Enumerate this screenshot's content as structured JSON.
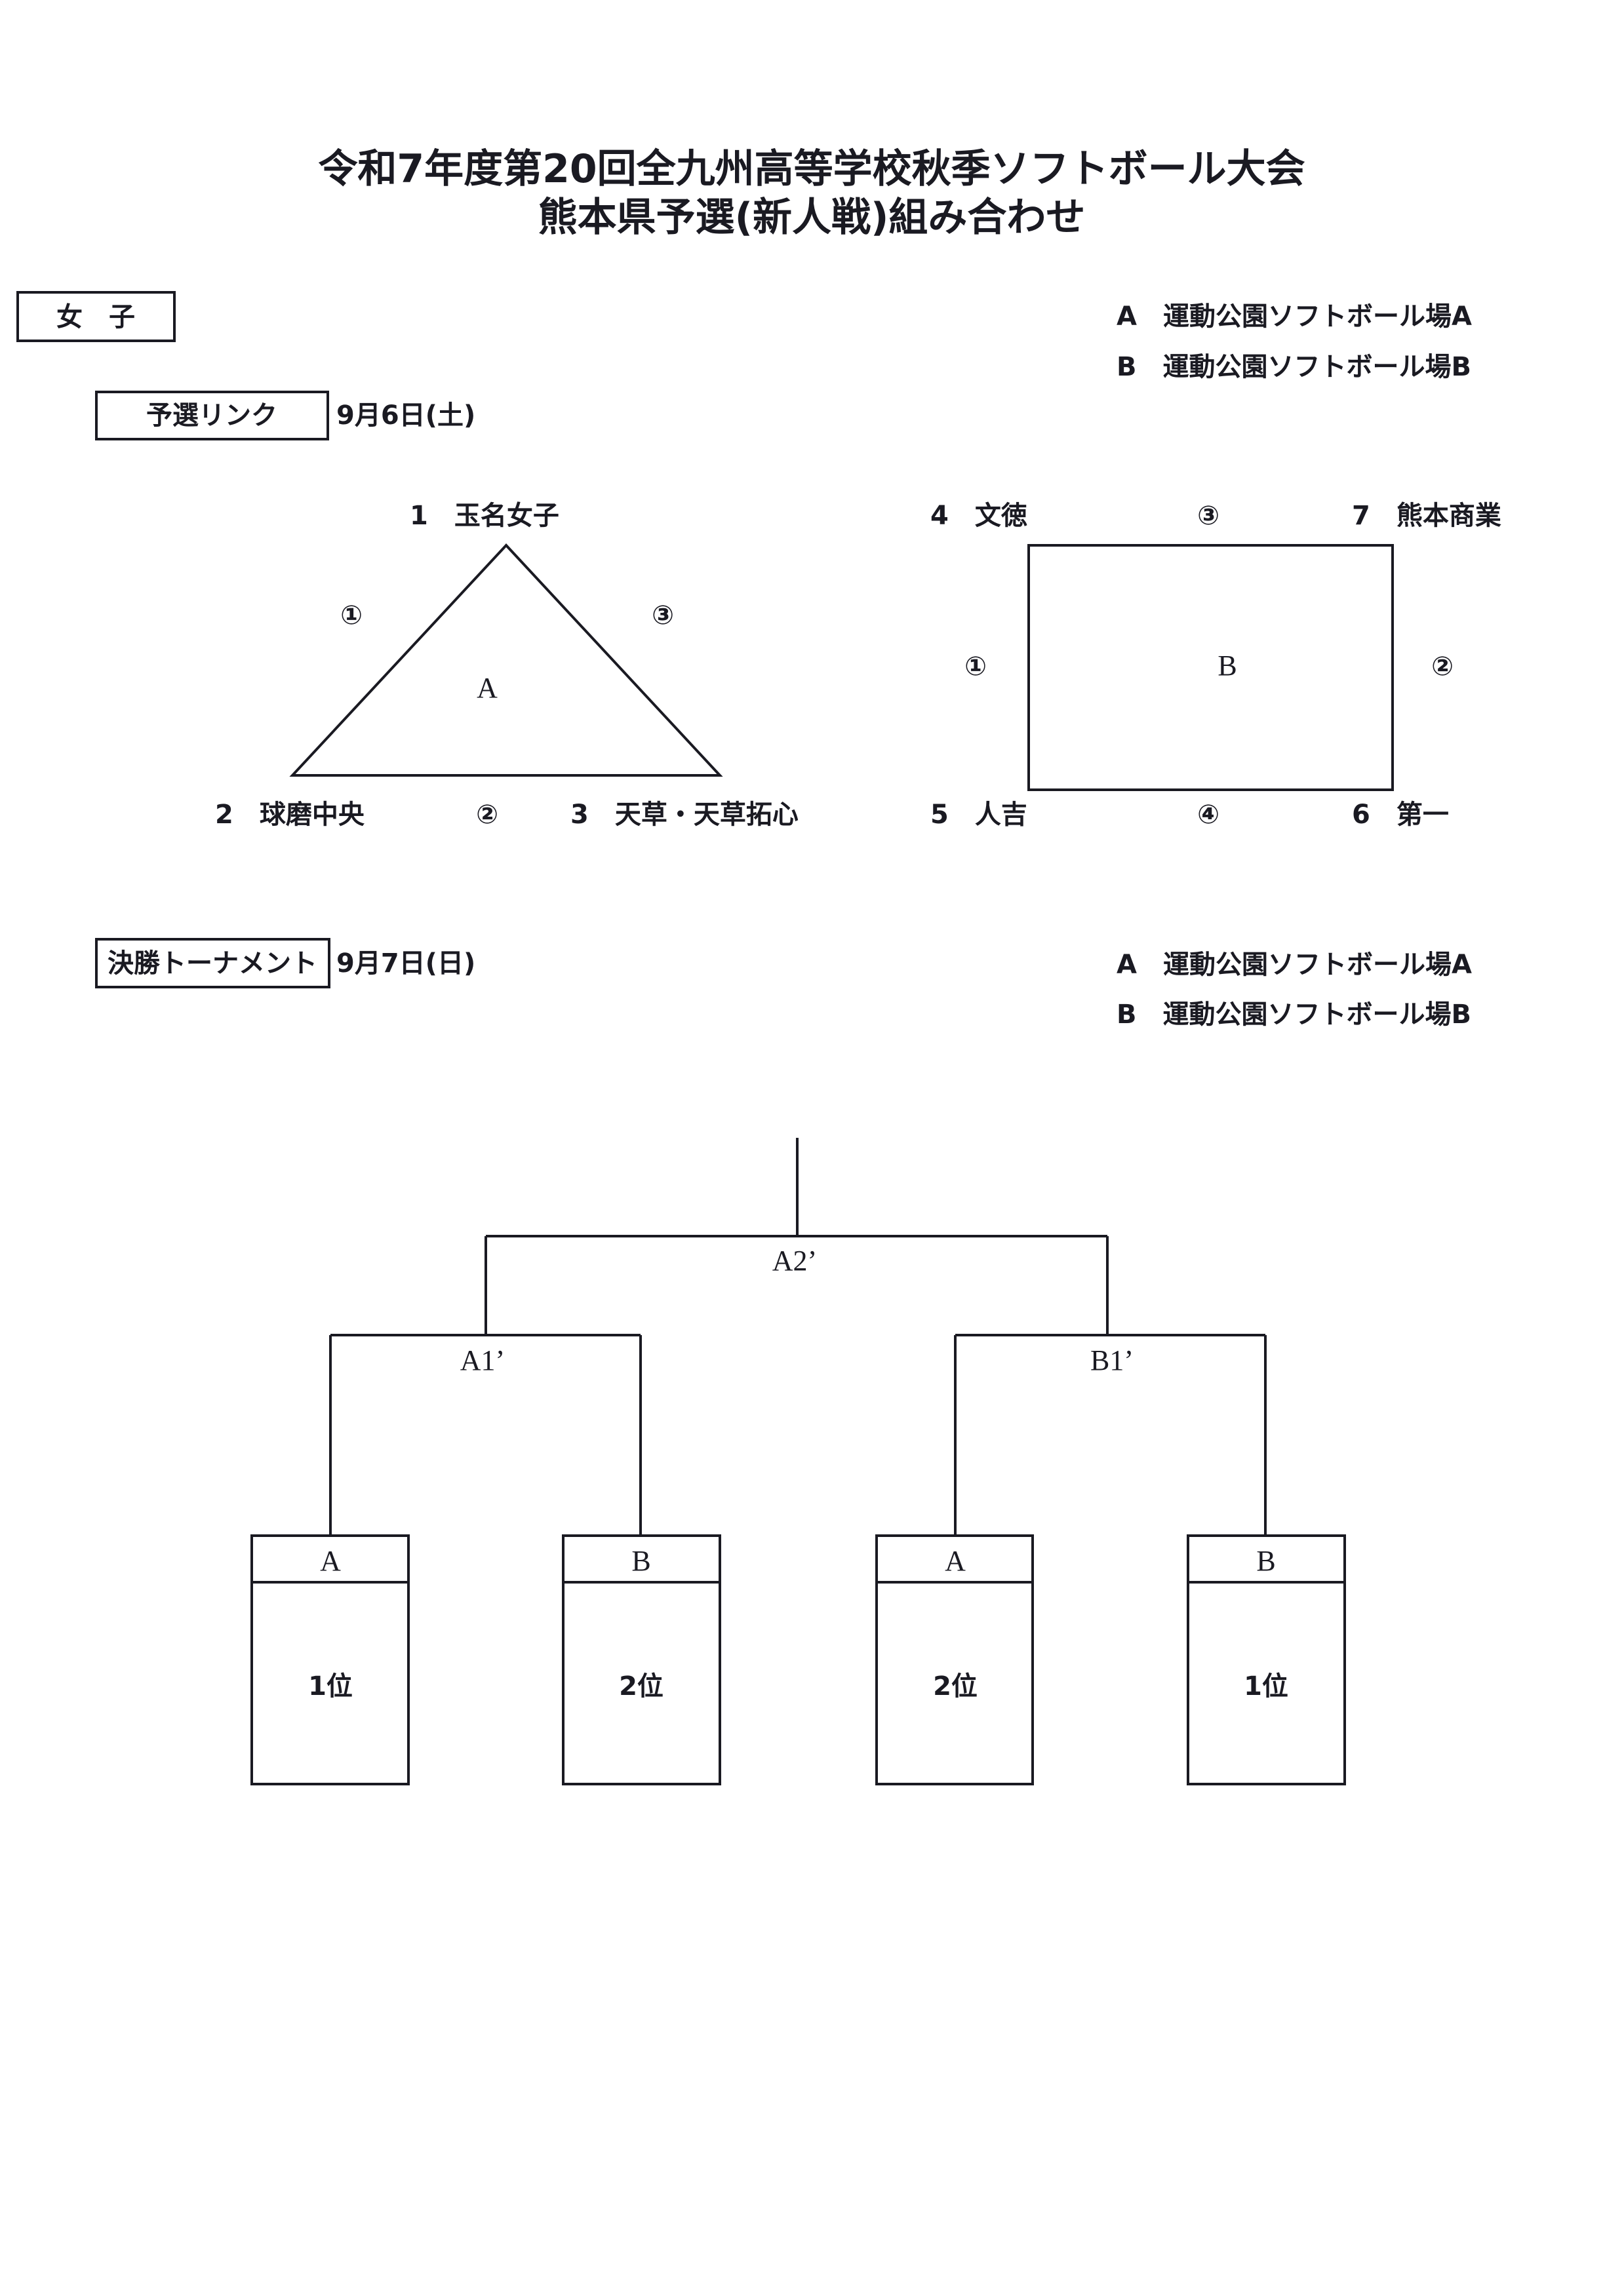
{
  "title": {
    "line1": "令和7年度第20回全九州高等学校秋季ソフトボール大会",
    "line2": "熊本県予選(新人戦)組み合わせ"
  },
  "category": "女　子",
  "preliminary": {
    "label": "予選リンク",
    "date": "9月6日(土)",
    "venues": [
      "A　運動公園ソフトボール場A",
      "B　運動公園ソフトボール場B"
    ],
    "group_a": {
      "name": "A",
      "teams": [
        "1　玉名女子",
        "2　球磨中央",
        "3　天草・天草拓心"
      ],
      "games": [
        "①",
        "②",
        "③"
      ]
    },
    "group_b": {
      "name": "B",
      "teams": [
        "4　文徳",
        "5　人吉",
        "6　第一",
        "7　熊本商業"
      ],
      "games": [
        "①",
        "②",
        "③",
        "④"
      ]
    }
  },
  "final": {
    "label": "決勝トーナメント",
    "date": "9月7日(日)",
    "venues": [
      "A　運動公園ソフトボール場A",
      "B　運動公園ソフトボール場B"
    ],
    "matches": {
      "final": "A2’",
      "semi_left": "A1’",
      "semi_right": "B1’"
    },
    "slots": [
      {
        "group": "A",
        "rank": "1位"
      },
      {
        "group": "B",
        "rank": "2位"
      },
      {
        "group": "A",
        "rank": "2位"
      },
      {
        "group": "B",
        "rank": "1位"
      }
    ]
  }
}
